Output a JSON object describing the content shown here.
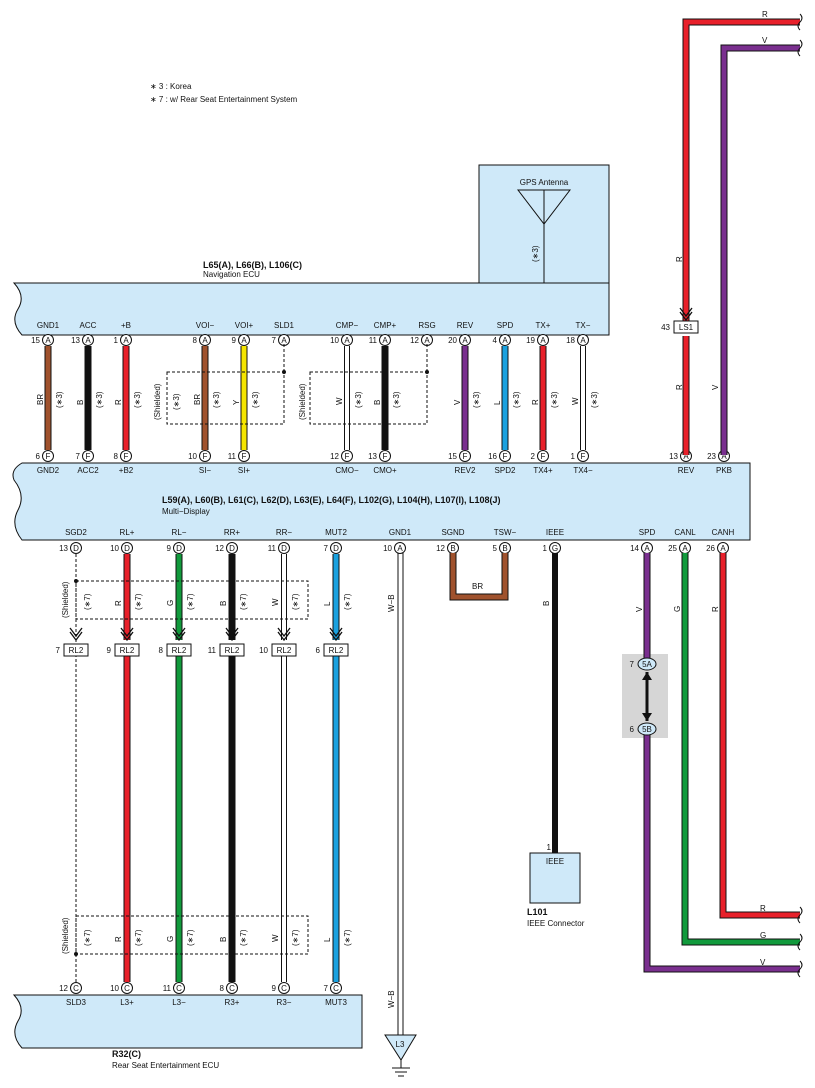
{
  "notes": [
    "∗ 3 : Korea",
    "∗ 7 : w/ Rear Seat Entertainment System"
  ],
  "colors": {
    "box": "#cfe9f9",
    "R": "#e8202a",
    "V": "#7a2f8f",
    "B": "#111111",
    "BR": "#a0522d",
    "Y": "#f5e500",
    "L": "#1aa1df",
    "W": "#ffffff",
    "G": "#119a3c",
    "WB": "#ffffff"
  },
  "gps": {
    "title": "GPS Antenna",
    "note": "(∗3)"
  },
  "nav": {
    "title": "L65(A), L66(B), L106(C)",
    "subtitle": "Navigation ECU",
    "pins": [
      {
        "label": "GND1",
        "num": "15",
        "c": "A"
      },
      {
        "label": "ACC",
        "num": "13",
        "c": "A"
      },
      {
        "label": "+B",
        "num": "1",
        "c": "A"
      },
      {
        "label": "VOI−",
        "num": "8",
        "c": "A"
      },
      {
        "label": "VOI+",
        "num": "9",
        "c": "A"
      },
      {
        "label": "SLD1",
        "num": "7",
        "c": "A"
      },
      {
        "label": "CMP−",
        "num": "10",
        "c": "A"
      },
      {
        "label": "CMP+",
        "num": "11",
        "c": "A"
      },
      {
        "label": "RSG",
        "num": "12",
        "c": "A"
      },
      {
        "label": "REV",
        "num": "20",
        "c": "A"
      },
      {
        "label": "SPD",
        "num": "4",
        "c": "A"
      },
      {
        "label": "TX+",
        "num": "19",
        "c": "A"
      },
      {
        "label": "TX−",
        "num": "18",
        "c": "A"
      }
    ]
  },
  "md": {
    "title": "L59(A), L60(B), L61(C), L62(D), L63(E), L64(F), L102(G), L104(H), L107(I), L108(J)",
    "subtitle": "Multi−Display",
    "top_pins": [
      {
        "label": "GND2",
        "num": "6",
        "c": "F"
      },
      {
        "label": "ACC2",
        "num": "7",
        "c": "F"
      },
      {
        "label": "+B2",
        "num": "8",
        "c": "F"
      },
      {
        "label": "SI−",
        "num": "10",
        "c": "F"
      },
      {
        "label": "SI+",
        "num": "11",
        "c": "F"
      },
      {
        "label": "CMO−",
        "num": "12",
        "c": "F"
      },
      {
        "label": "CMO+",
        "num": "13",
        "c": "F"
      },
      {
        "label": "REV2",
        "num": "15",
        "c": "F"
      },
      {
        "label": "SPD2",
        "num": "16",
        "c": "F"
      },
      {
        "label": "TX4+",
        "num": "2",
        "c": "F"
      },
      {
        "label": "TX4−",
        "num": "1",
        "c": "F"
      },
      {
        "label": "REV",
        "num": "13",
        "c": "A"
      },
      {
        "label": "PKB",
        "num": "23",
        "c": "A"
      }
    ],
    "bot_pins": [
      {
        "label": "SGD2",
        "num": "13",
        "c": "D"
      },
      {
        "label": "RL+",
        "num": "10",
        "c": "D"
      },
      {
        "label": "RL−",
        "num": "9",
        "c": "D"
      },
      {
        "label": "RR+",
        "num": "12",
        "c": "D"
      },
      {
        "label": "RR−",
        "num": "11",
        "c": "D"
      },
      {
        "label": "MUT2",
        "num": "7",
        "c": "D"
      },
      {
        "label": "GND1",
        "num": "10",
        "c": "A"
      },
      {
        "label": "SGND",
        "num": "12",
        "c": "B"
      },
      {
        "label": "TSW−",
        "num": "5",
        "c": "B"
      },
      {
        "label": "IEEE",
        "num": "1",
        "c": "G"
      },
      {
        "label": "SPD",
        "num": "14",
        "c": "A"
      },
      {
        "label": "CANL",
        "num": "25",
        "c": "A"
      },
      {
        "label": "CANH",
        "num": "26",
        "c": "A"
      }
    ]
  },
  "upper_wires": [
    {
      "code": "BR",
      "note": "(∗3)"
    },
    {
      "code": "B",
      "note": "(∗3)"
    },
    {
      "code": "R",
      "note": "(∗3)"
    },
    {
      "code": "BR",
      "note": "(∗3)"
    },
    {
      "code": "Y",
      "note": "(∗3)"
    },
    {
      "code": "W",
      "note": "(∗3)"
    },
    {
      "code": "B",
      "note": "(∗3)"
    },
    {
      "code": "V",
      "note": "(∗3)"
    },
    {
      "code": "L",
      "note": "(∗3)"
    },
    {
      "code": "R",
      "note": "(∗3)"
    },
    {
      "code": "W",
      "note": "(∗3)"
    }
  ],
  "shield_labels": {
    "s1": "(Shielded)",
    "s1_note": "(∗3)",
    "s2": "(Shielded)",
    "s3": "(Shielded)",
    "s4": "(Shielded)"
  },
  "right_top": {
    "r_label": "R",
    "v_label": "V",
    "ls1_num": "43",
    "ls1": "LS1",
    "r_mid": "R",
    "r_low": "R",
    "v_mid": "V"
  },
  "lower_wires": [
    {
      "code": "R",
      "note": "(∗7)"
    },
    {
      "code": "G",
      "note": "(∗7)"
    },
    {
      "code": "B",
      "note": "(∗7)"
    },
    {
      "code": "W",
      "note": "(∗7)"
    },
    {
      "code": "L",
      "note": "(∗7)"
    }
  ],
  "shield_lower_note": "(∗7)",
  "rl2": [
    {
      "num": "7",
      "name": "RL2"
    },
    {
      "num": "9",
      "name": "RL2"
    },
    {
      "num": "8",
      "name": "RL2"
    },
    {
      "num": "11",
      "name": "RL2"
    },
    {
      "num": "10",
      "name": "RL2"
    },
    {
      "num": "6",
      "name": "RL2"
    }
  ],
  "gnd_wire": {
    "code": "W−B",
    "code2": "W−B"
  },
  "br_loop": "BR",
  "ieee": {
    "wire": "B",
    "pin": "1",
    "name": "IEEE",
    "title": "L101",
    "subtitle": "IEEE Connector"
  },
  "right_low": {
    "spd_wire": "V",
    "canl_wire": "G",
    "canh_wire": "R",
    "j7": "7",
    "j7c": "5A",
    "j6": "6",
    "j6c": "5B",
    "r_end": "R",
    "g_end": "G",
    "v_end": "V"
  },
  "rear": {
    "title": "R32(C)",
    "subtitle": "Rear Seat Entertainment ECU",
    "pins": [
      {
        "label": "SLD3",
        "num": "12",
        "c": "C"
      },
      {
        "label": "L3+",
        "num": "10",
        "c": "C"
      },
      {
        "label": "L3−",
        "num": "11",
        "c": "C"
      },
      {
        "label": "R3+",
        "num": "8",
        "c": "C"
      },
      {
        "label": "R3−",
        "num": "9",
        "c": "C"
      },
      {
        "label": "MUT3",
        "num": "7",
        "c": "C"
      }
    ]
  },
  "ground": {
    "name": "L3"
  }
}
